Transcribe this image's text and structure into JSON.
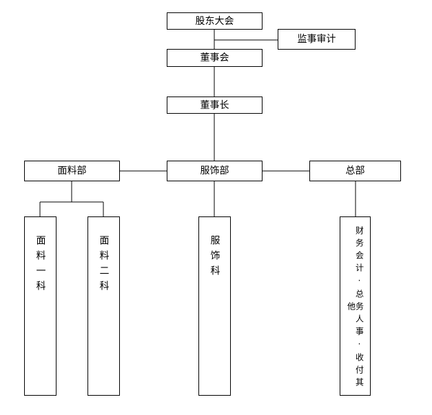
{
  "org_chart": {
    "shareholders_meeting": "股东大会",
    "supervisory_audit": "监事审计",
    "board_of_directors": "董事会",
    "chairman": "董事长",
    "fabric_dept": "面料部",
    "apparel_dept": "服饰部",
    "general_dept": "总部",
    "fabric_section_1": "面料一科",
    "fabric_section_2": "面料二科",
    "apparel_section": "服饰科",
    "general_functions": "财务会计·总务人事·收付其他"
  },
  "colors": {
    "line": "#000000",
    "box_fill": "#ffffff"
  }
}
